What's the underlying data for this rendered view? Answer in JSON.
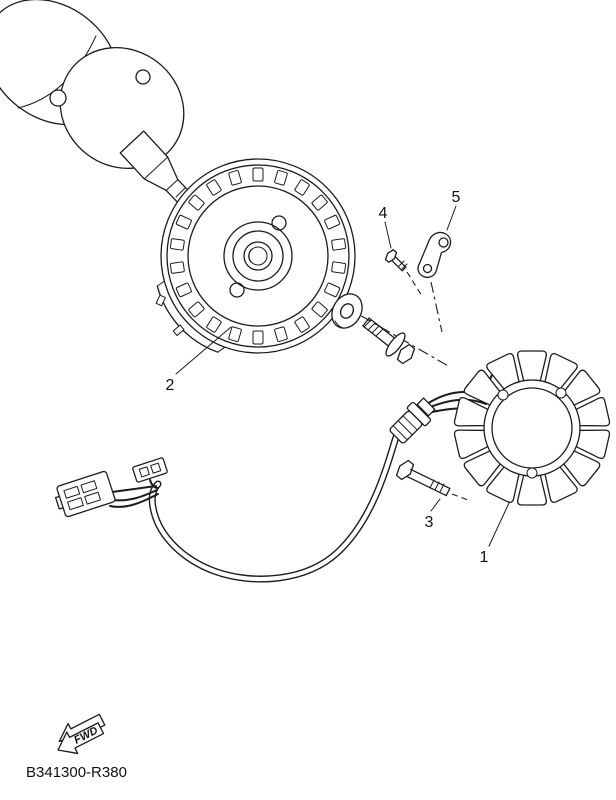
{
  "colors": {
    "ink": "#1c1c1c",
    "paper": "#ffffff",
    "connector_gray": "#c4c4c4",
    "connector_light": "#e2e2e2"
  },
  "diagram": {
    "part_code": "B341300-R380",
    "fwd_label": "FWD",
    "callouts": [
      "1",
      "2",
      "3",
      "4",
      "5"
    ]
  }
}
